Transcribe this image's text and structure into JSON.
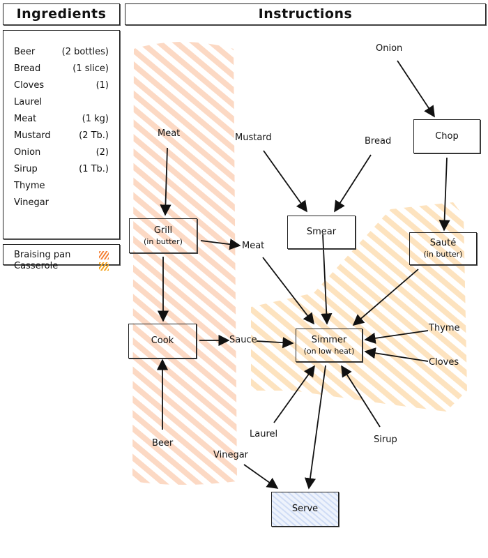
{
  "ingredients_panel": {
    "title": "Ingredients",
    "items": [
      {
        "name": "Beer",
        "qty": "(2 bottles)"
      },
      {
        "name": "Bread",
        "qty": "(1 slice)"
      },
      {
        "name": "Cloves",
        "qty": "(1)"
      },
      {
        "name": "Laurel",
        "qty": ""
      },
      {
        "name": "Meat",
        "qty": "(1 kg)"
      },
      {
        "name": "Mustard",
        "qty": "(2 Tb.)"
      },
      {
        "name": "Onion",
        "qty": "(2)"
      },
      {
        "name": "Sirup",
        "qty": "(1 Tb.)"
      },
      {
        "name": "Thyme",
        "qty": ""
      },
      {
        "name": "Vinegar",
        "qty": ""
      }
    ]
  },
  "legend": {
    "items": [
      {
        "label": "Braising pan",
        "color": "#f4823a"
      },
      {
        "label": "Casserole",
        "color": "#f5a623"
      }
    ]
  },
  "instructions_panel": {
    "title": "Instructions"
  },
  "zones": {
    "braising_pan_color": "#fcd9c4",
    "casserole_color": "#fde3bf",
    "serve_fill": "#dde8fa"
  },
  "nodes": {
    "grill": {
      "title": "Grill",
      "sub": "(in butter)"
    },
    "cook": {
      "title": "Cook",
      "sub": ""
    },
    "smear": {
      "title": "Smear",
      "sub": ""
    },
    "chop": {
      "title": "Chop",
      "sub": ""
    },
    "saute": {
      "title": "Sauté",
      "sub": "(in butter)"
    },
    "simmer": {
      "title": "Simmer",
      "sub": "(on low heat)"
    },
    "serve": {
      "title": "Serve",
      "sub": ""
    }
  },
  "labels": {
    "meat_in": "Meat",
    "meat_out": "Meat",
    "mustard": "Mustard",
    "bread": "Bread",
    "onion": "Onion",
    "sauce": "Sauce",
    "beer": "Beer",
    "thyme": "Thyme",
    "cloves": "Cloves",
    "laurel": "Laurel",
    "sirup": "Sirup",
    "vinegar": "Vinegar"
  },
  "edges": [
    {
      "from": "Meat",
      "to": "Grill"
    },
    {
      "from": "Grill",
      "to": "Meat"
    },
    {
      "from": "Grill",
      "to": "Cook"
    },
    {
      "from": "Beer",
      "to": "Cook"
    },
    {
      "from": "Cook",
      "to": "Sauce"
    },
    {
      "from": "Sauce",
      "to": "Simmer"
    },
    {
      "from": "Meat",
      "to": "Simmer"
    },
    {
      "from": "Mustard",
      "to": "Smear"
    },
    {
      "from": "Bread",
      "to": "Smear"
    },
    {
      "from": "Smear",
      "to": "Simmer"
    },
    {
      "from": "Onion",
      "to": "Chop"
    },
    {
      "from": "Chop",
      "to": "Sauté"
    },
    {
      "from": "Sauté",
      "to": "Simmer"
    },
    {
      "from": "Thyme",
      "to": "Simmer"
    },
    {
      "from": "Cloves",
      "to": "Simmer"
    },
    {
      "from": "Laurel",
      "to": "Simmer"
    },
    {
      "from": "Sirup",
      "to": "Simmer"
    },
    {
      "from": "Simmer",
      "to": "Serve"
    },
    {
      "from": "Vinegar",
      "to": "Serve"
    }
  ]
}
